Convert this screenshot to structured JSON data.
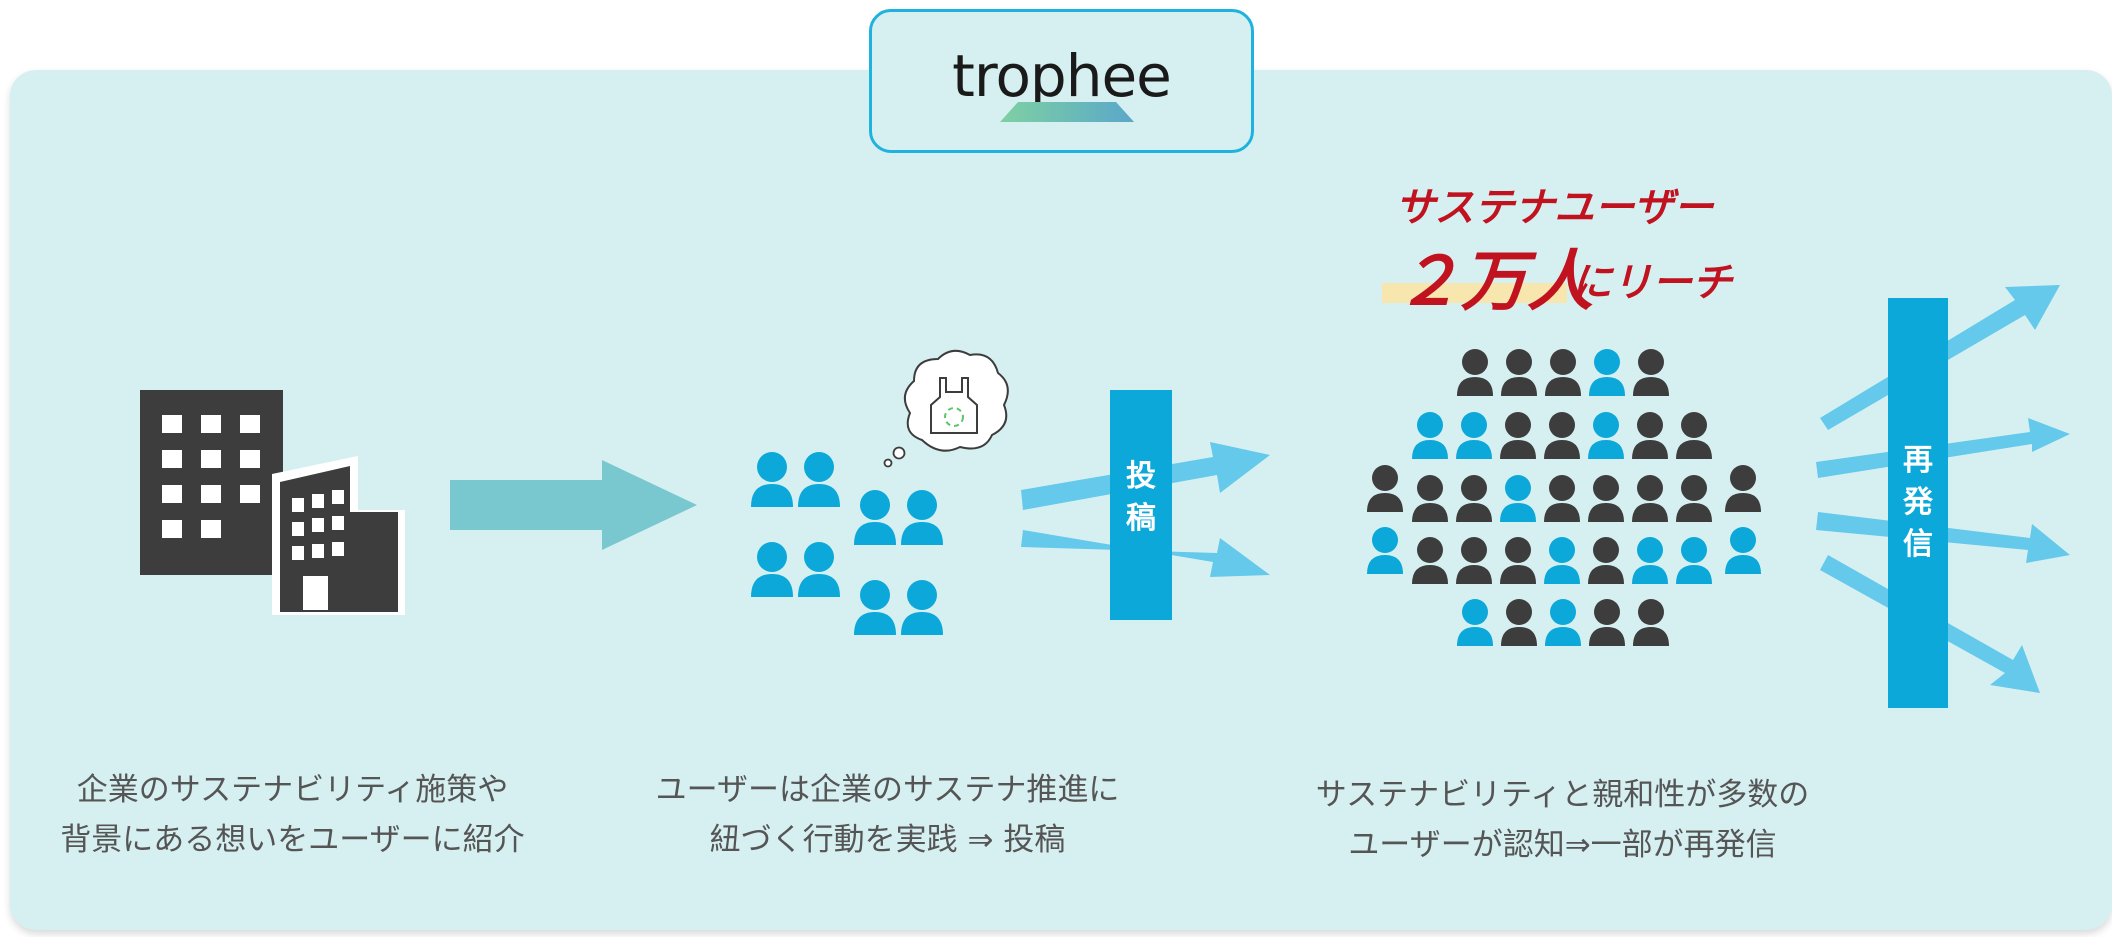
{
  "logo": {
    "text": "trophee"
  },
  "captions": {
    "company": {
      "line1": "企業のサステナビリティ施策や",
      "line2": "背景にある想いをユーザーに紹介"
    },
    "users": {
      "line1": "ユーザーは企業のサステナ推進に",
      "line2": "紐づく行動を実践 ⇒ 投稿"
    },
    "audience": {
      "line1": "サステナビリティと親和性が多数の",
      "line2": "ユーザーが認知⇒一部が再発信"
    }
  },
  "reach": {
    "line1": "サステナユーザー",
    "big": "２万人",
    "suffix": "にリーチ"
  },
  "post_label": {
    "c1": "投",
    "c2": "稿"
  },
  "repost_label": {
    "c1": "再",
    "c2": "発",
    "c3": "信"
  },
  "colors": {
    "blue": "#0ba8d9",
    "dark": "#3d3d3d",
    "arrow_teal": "#7ac8cf",
    "arrow_light": "#64c9ea",
    "red": "#c1121f"
  },
  "audience_grid": [
    [
      "",
      "",
      "d",
      "d",
      "d",
      "b",
      "d",
      "",
      "",
      ""
    ],
    [
      "",
      "b",
      "b",
      "d",
      "d",
      "b",
      "d",
      "d",
      "",
      ""
    ],
    [
      "d",
      "d",
      "d",
      "b",
      "d",
      "d",
      "d",
      "d",
      "d",
      ""
    ],
    [
      "b",
      "d",
      "d",
      "d",
      "b",
      "d",
      "b",
      "b",
      "b",
      ""
    ],
    [
      "",
      "",
      "b",
      "d",
      "b",
      "d",
      "d",
      "",
      "",
      ""
    ]
  ]
}
